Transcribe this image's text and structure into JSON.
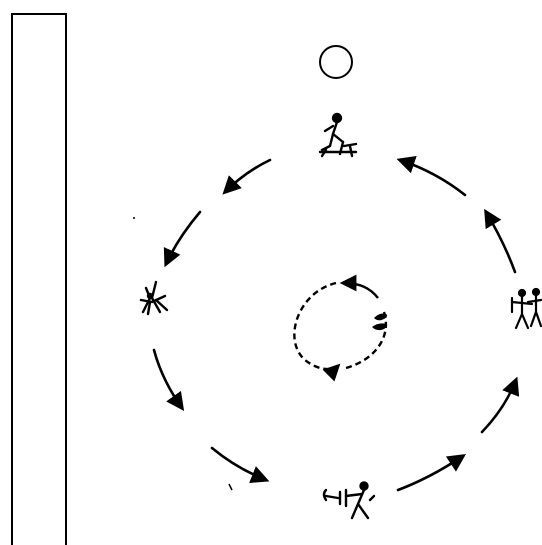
{
  "diagram": {
    "type": "movement-circuit",
    "stations": [
      {
        "id": "top",
        "icon": "person-rowing-icon"
      },
      {
        "id": "left",
        "icon": "person-stretching-icon"
      },
      {
        "id": "right",
        "icon": "two-persons-icon"
      },
      {
        "id": "bottom",
        "icon": "person-pushing-icon"
      }
    ],
    "center_icon": "footprints-icon",
    "ball_icon": "ball-icon",
    "side_element": "vertical-bar",
    "outer_arrows_direction": "counterclockwise",
    "inner_arrow_direction": "counterclockwise",
    "stroke_color": "#000000",
    "background_color": "#ffffff"
  }
}
